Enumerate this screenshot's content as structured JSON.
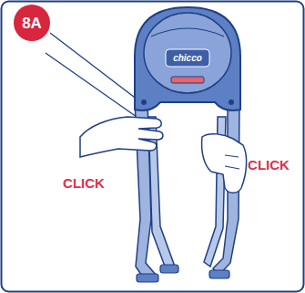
{
  "diagram": {
    "nodes": [
      {
        "text": [
          "8A"
        ]
      }
    ],
    "labels": [
      "CLICK",
      "CLICK",
      "chicco"
    ]
  }
}
